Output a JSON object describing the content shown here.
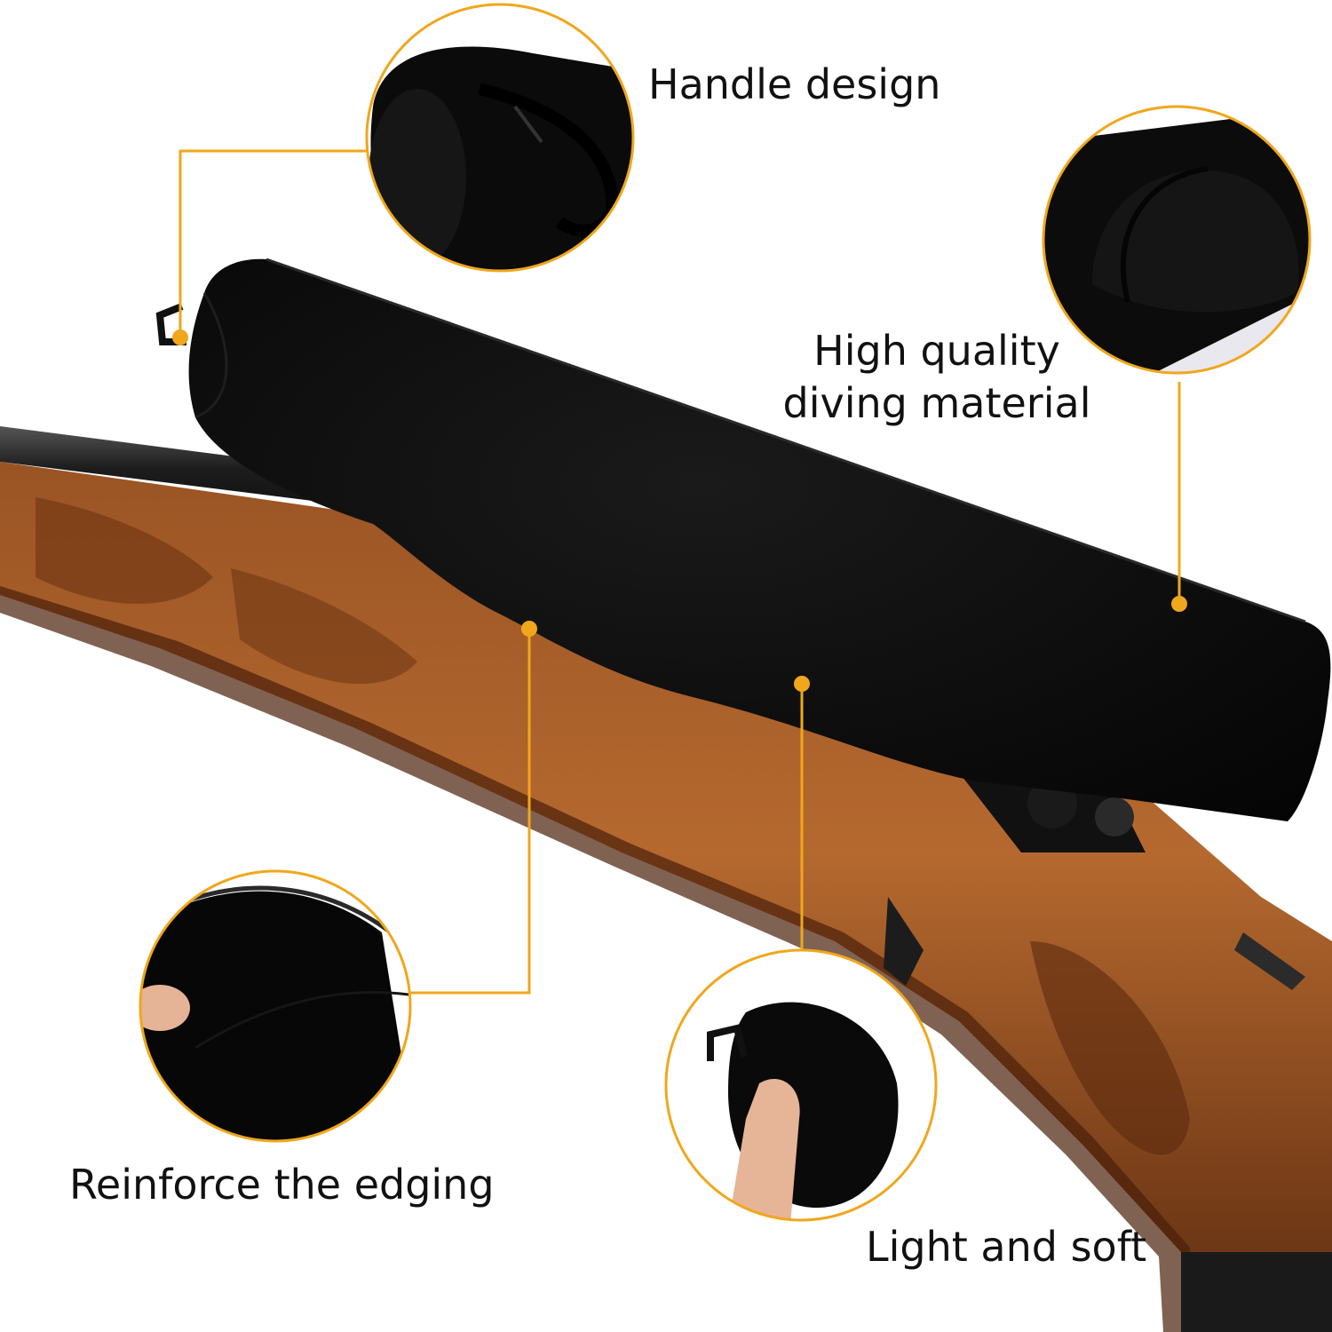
{
  "callouts": {
    "handle": "Handle design",
    "material_line1": "High quality",
    "material_line2": "diving material",
    "edging": "Reinforce the edging",
    "soft": "Light and soft"
  },
  "colors": {
    "accent": "#f0a71c",
    "cover": "#0a0a0a",
    "wood_dark": "#5a2a0f",
    "wood_mid": "#8b4a1e",
    "wood_light": "#b06a32",
    "barrel": "#2a2a2a",
    "skin": "#e8b89c"
  }
}
